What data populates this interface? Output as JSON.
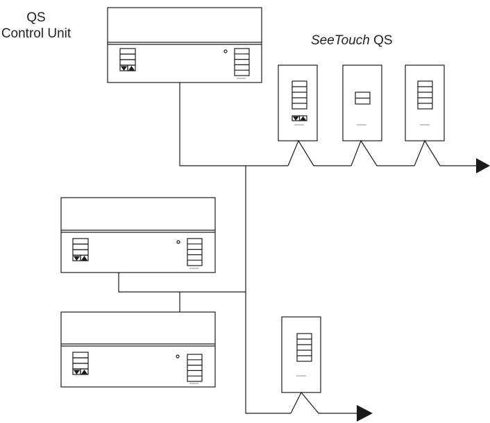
{
  "labels": {
    "control_unit_line1": "QS",
    "control_unit_line2": "Control Unit",
    "keypads_italic": "SeeTouch",
    "keypads_suffix": " QS"
  },
  "colors": {
    "line": "#1a1a1a",
    "background": "#ffffff"
  },
  "devices": [
    {
      "type": "control-unit"
    },
    {
      "type": "control-unit"
    },
    {
      "type": "control-unit"
    },
    {
      "type": "seetouch-keypad",
      "variant": "5-button-with-raise-lower"
    },
    {
      "type": "seetouch-keypad",
      "variant": "2-button"
    },
    {
      "type": "seetouch-keypad",
      "variant": "5-button"
    },
    {
      "type": "seetouch-keypad",
      "variant": "5-button"
    }
  ]
}
